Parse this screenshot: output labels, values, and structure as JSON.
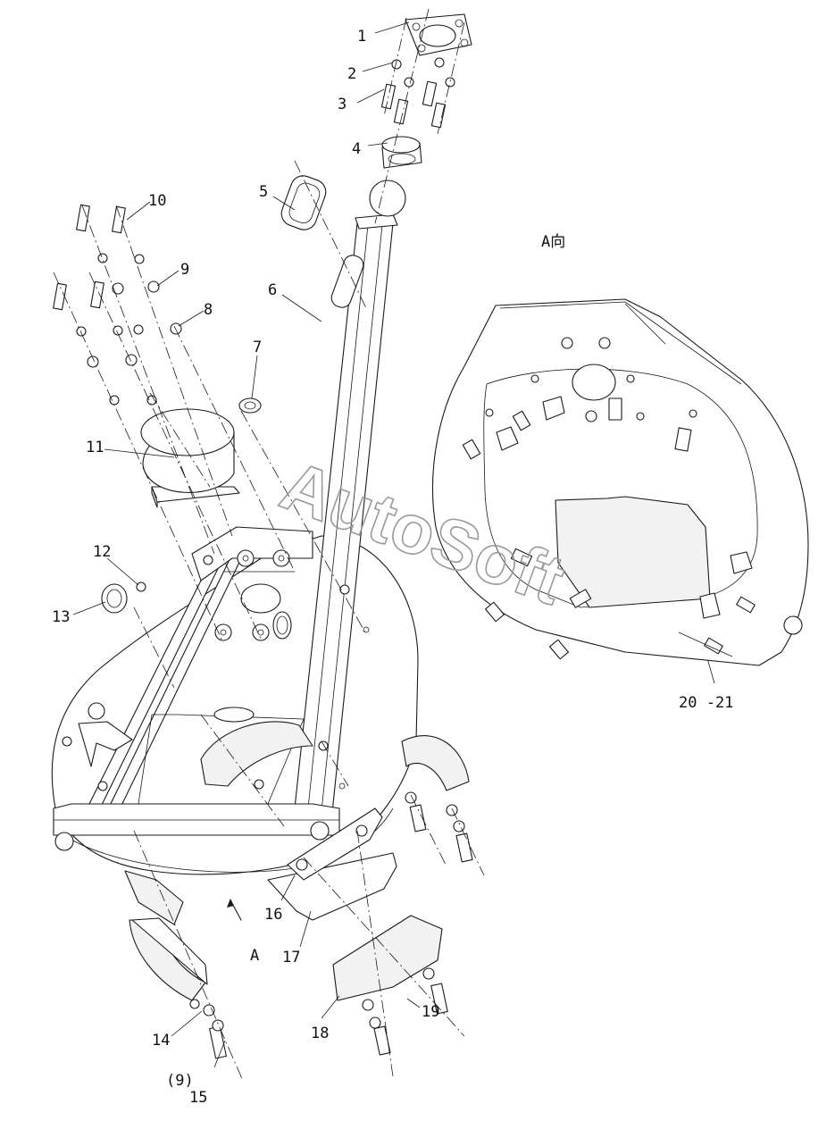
{
  "callouts": [
    {
      "id": "c1",
      "text": "1"
    },
    {
      "id": "c2",
      "text": "2"
    },
    {
      "id": "c3",
      "text": "3"
    },
    {
      "id": "c4",
      "text": "4"
    },
    {
      "id": "c5",
      "text": "5"
    },
    {
      "id": "c6",
      "text": "6"
    },
    {
      "id": "c7",
      "text": "7"
    },
    {
      "id": "c8",
      "text": "8"
    },
    {
      "id": "c9",
      "text": "9"
    },
    {
      "id": "c10",
      "text": "10"
    },
    {
      "id": "c11",
      "text": "11"
    },
    {
      "id": "c12",
      "text": "12"
    },
    {
      "id": "c13",
      "text": "13"
    },
    {
      "id": "c14",
      "text": "14"
    },
    {
      "id": "c9b",
      "text": "(9)"
    },
    {
      "id": "c15",
      "text": "15"
    },
    {
      "id": "c16",
      "text": "16"
    },
    {
      "id": "c17",
      "text": "17"
    },
    {
      "id": "c18",
      "text": "18"
    },
    {
      "id": "c19",
      "text": "19"
    },
    {
      "id": "c2021",
      "text": "20 -21"
    }
  ],
  "view_labels": {
    "view_a_title": "A向",
    "arrow_a": "A"
  },
  "watermark": "AutoSoft",
  "colors": {
    "line": "#1a1a1a",
    "watermark": "#9a9a9a",
    "background": "#ffffff"
  }
}
